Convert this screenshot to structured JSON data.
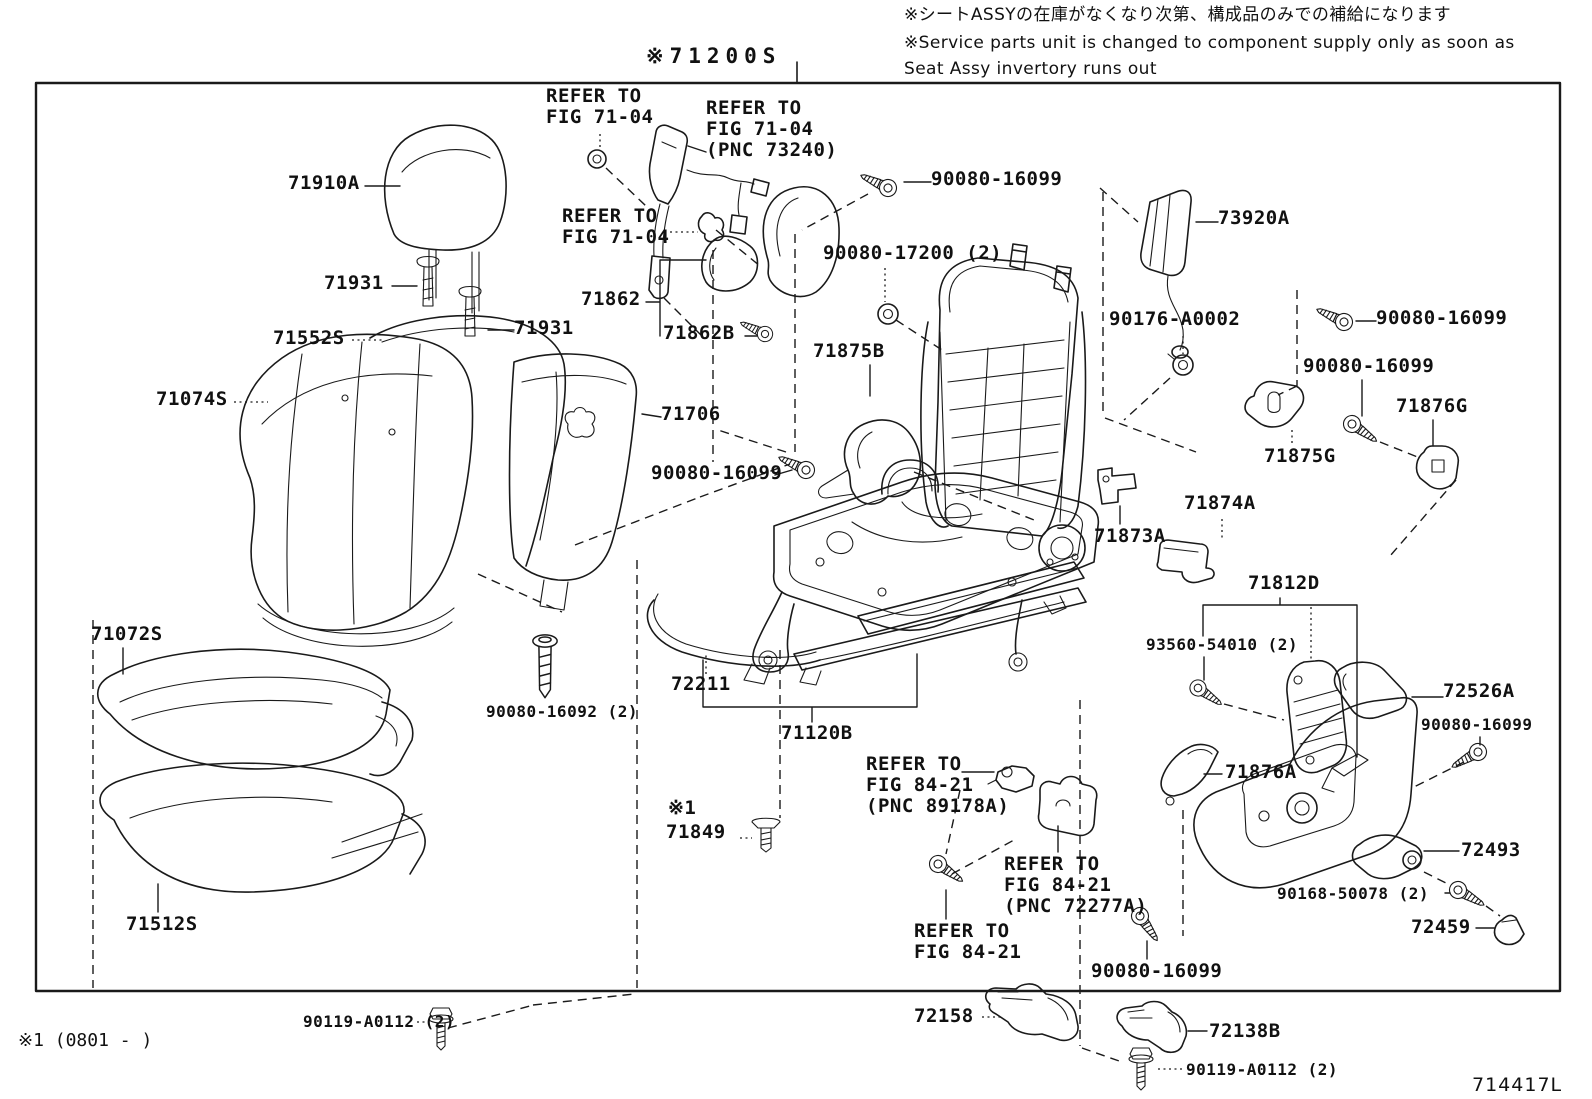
{
  "palette": {
    "line": "#1a1a1a",
    "background": "#ffffff"
  },
  "header": {
    "note_jp": "※シートASSYの在庫がなくなり次第、構成品のみでの補給になります",
    "note_en_line1": "※Service parts unit is changed to component supply only as soon as",
    "note_en_line2": "Seat Assy invertory runs out",
    "assembly_code": "※71200S"
  },
  "footer": {
    "footnote": "※1 (0801 -      )",
    "drawing_number": "714417L"
  },
  "callouts": [
    {
      "id": "refer-fig71-04-1",
      "text": "REFER TO\nFIG 71-04"
    },
    {
      "id": "refer-fig71-04-pnc73240",
      "text": "REFER TO\nFIG 71-04\n(PNC 73240)"
    },
    {
      "id": "part-71910a",
      "text": "71910A"
    },
    {
      "id": "refer-fig71-04-2",
      "text": "REFER TO\nFIG 71-04"
    },
    {
      "id": "part-90080-16099-1",
      "text": "90080-16099"
    },
    {
      "id": "part-90080-17200",
      "text": "90080-17200 (2)"
    },
    {
      "id": "part-73920a",
      "text": "73920A"
    },
    {
      "id": "part-71931-left",
      "text": "71931"
    },
    {
      "id": "part-71931-right",
      "text": "71931"
    },
    {
      "id": "part-71552s",
      "text": "71552S"
    },
    {
      "id": "part-71862",
      "text": "71862"
    },
    {
      "id": "part-71862b",
      "text": "71862B"
    },
    {
      "id": "part-71875b",
      "text": "71875B"
    },
    {
      "id": "part-90176-a0002",
      "text": "90176-A0002"
    },
    {
      "id": "part-90080-16099-2",
      "text": "90080-16099"
    },
    {
      "id": "part-71074s",
      "text": "71074S"
    },
    {
      "id": "part-71706",
      "text": "71706"
    },
    {
      "id": "part-90080-16099-3",
      "text": "90080-16099"
    },
    {
      "id": "part-71876g",
      "text": "71876G"
    },
    {
      "id": "part-90080-16099-4",
      "text": "90080-16099"
    },
    {
      "id": "part-71875g",
      "text": "71875G"
    },
    {
      "id": "part-71873a",
      "text": "71873A"
    },
    {
      "id": "part-71874a",
      "text": "71874A"
    },
    {
      "id": "part-71812d",
      "text": "71812D"
    },
    {
      "id": "part-71072s",
      "text": "71072S"
    },
    {
      "id": "part-93560-54010",
      "text": "93560-54010 (2)"
    },
    {
      "id": "part-72526a",
      "text": "72526A"
    },
    {
      "id": "part-90080-16099-5",
      "text": "90080-16099"
    },
    {
      "id": "part-72211",
      "text": "72211"
    },
    {
      "id": "part-90080-16092",
      "text": "90080-16092 (2)"
    },
    {
      "id": "part-71120b",
      "text": "71120B"
    },
    {
      "id": "refer-fig84-21-pnc89178a",
      "text": "REFER TO\nFIG 84-21\n(PNC 89178A)"
    },
    {
      "id": "part-71876a",
      "text": "71876A"
    },
    {
      "id": "footnote-mark",
      "text": "※1"
    },
    {
      "id": "part-71849",
      "text": "71849"
    },
    {
      "id": "refer-fig84-21-pnc72277a",
      "text": "REFER TO\nFIG 84-21\n(PNC 72277A)"
    },
    {
      "id": "part-72493",
      "text": "72493"
    },
    {
      "id": "part-90168-50078",
      "text": "90168-50078 (2)"
    },
    {
      "id": "part-71512s",
      "text": "71512S"
    },
    {
      "id": "refer-fig84-21",
      "text": "REFER TO\nFIG 84-21"
    },
    {
      "id": "part-72459",
      "text": "72459"
    },
    {
      "id": "part-90080-16099-6",
      "text": "90080-16099"
    },
    {
      "id": "part-90119-a0112-left",
      "text": "90119-A0112 (2)"
    },
    {
      "id": "part-72158",
      "text": "72158"
    },
    {
      "id": "part-72138b",
      "text": "72138B"
    },
    {
      "id": "part-90119-a0112-right",
      "text": "90119-A0112 (2)"
    }
  ]
}
